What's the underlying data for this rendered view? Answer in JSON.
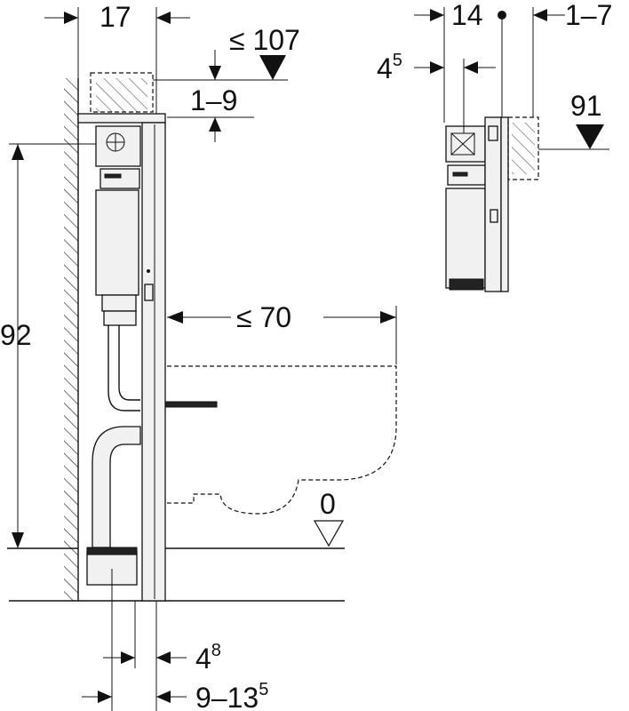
{
  "dimensions": {
    "frame_depth": "17",
    "max_height": "≤ 107",
    "adjust_top": "1–9",
    "total_height": "92",
    "max_bowl": "≤ 70",
    "floor_level": "0",
    "pipe_offset_base": "4",
    "pipe_offset_sup": "8",
    "install_depth_base": "9–13",
    "install_depth_sup": "5",
    "side_width": "14",
    "side_offset": "1–7",
    "side_inset_base": "4",
    "side_inset_sup": "5",
    "side_height": "91"
  },
  "colors": {
    "line": "#111111",
    "part_fill": "#f1f1f1"
  }
}
